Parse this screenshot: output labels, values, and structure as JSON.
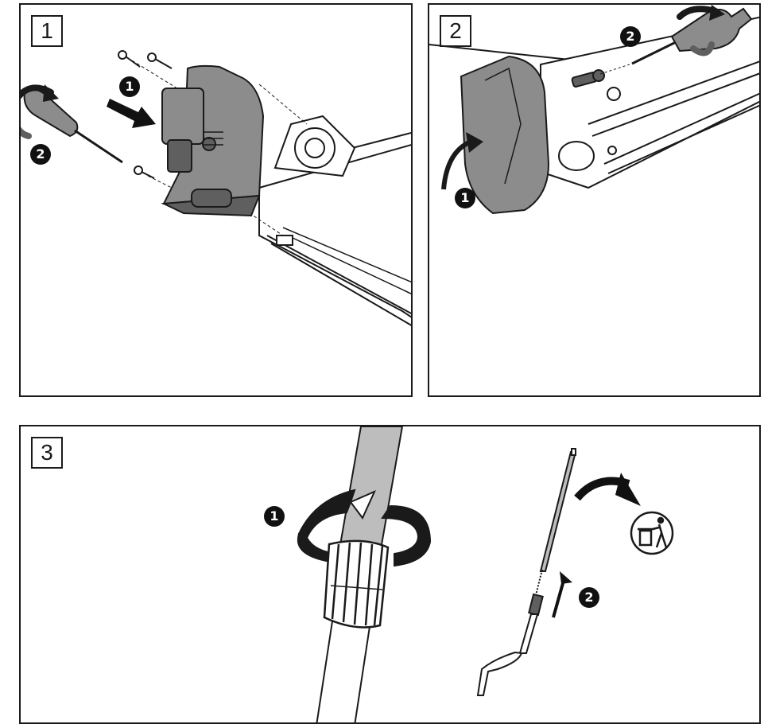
{
  "steps": [
    {
      "number": "1",
      "markers": [
        "1",
        "2"
      ]
    },
    {
      "number": "2",
      "markers": [
        "1",
        "2"
      ]
    },
    {
      "number": "3",
      "markers": [
        "1",
        "2"
      ]
    }
  ],
  "colors": {
    "line": "#1a1a1a",
    "part_fill": "#8c8c8c",
    "part_dark": "#5f5f5f",
    "background": "#ffffff"
  },
  "icons": [
    "screw-icon",
    "screwdriver-icon",
    "rotate-arrow-icon",
    "push-arrow-icon",
    "trash-bin-icon",
    "crank-handle-icon"
  ]
}
